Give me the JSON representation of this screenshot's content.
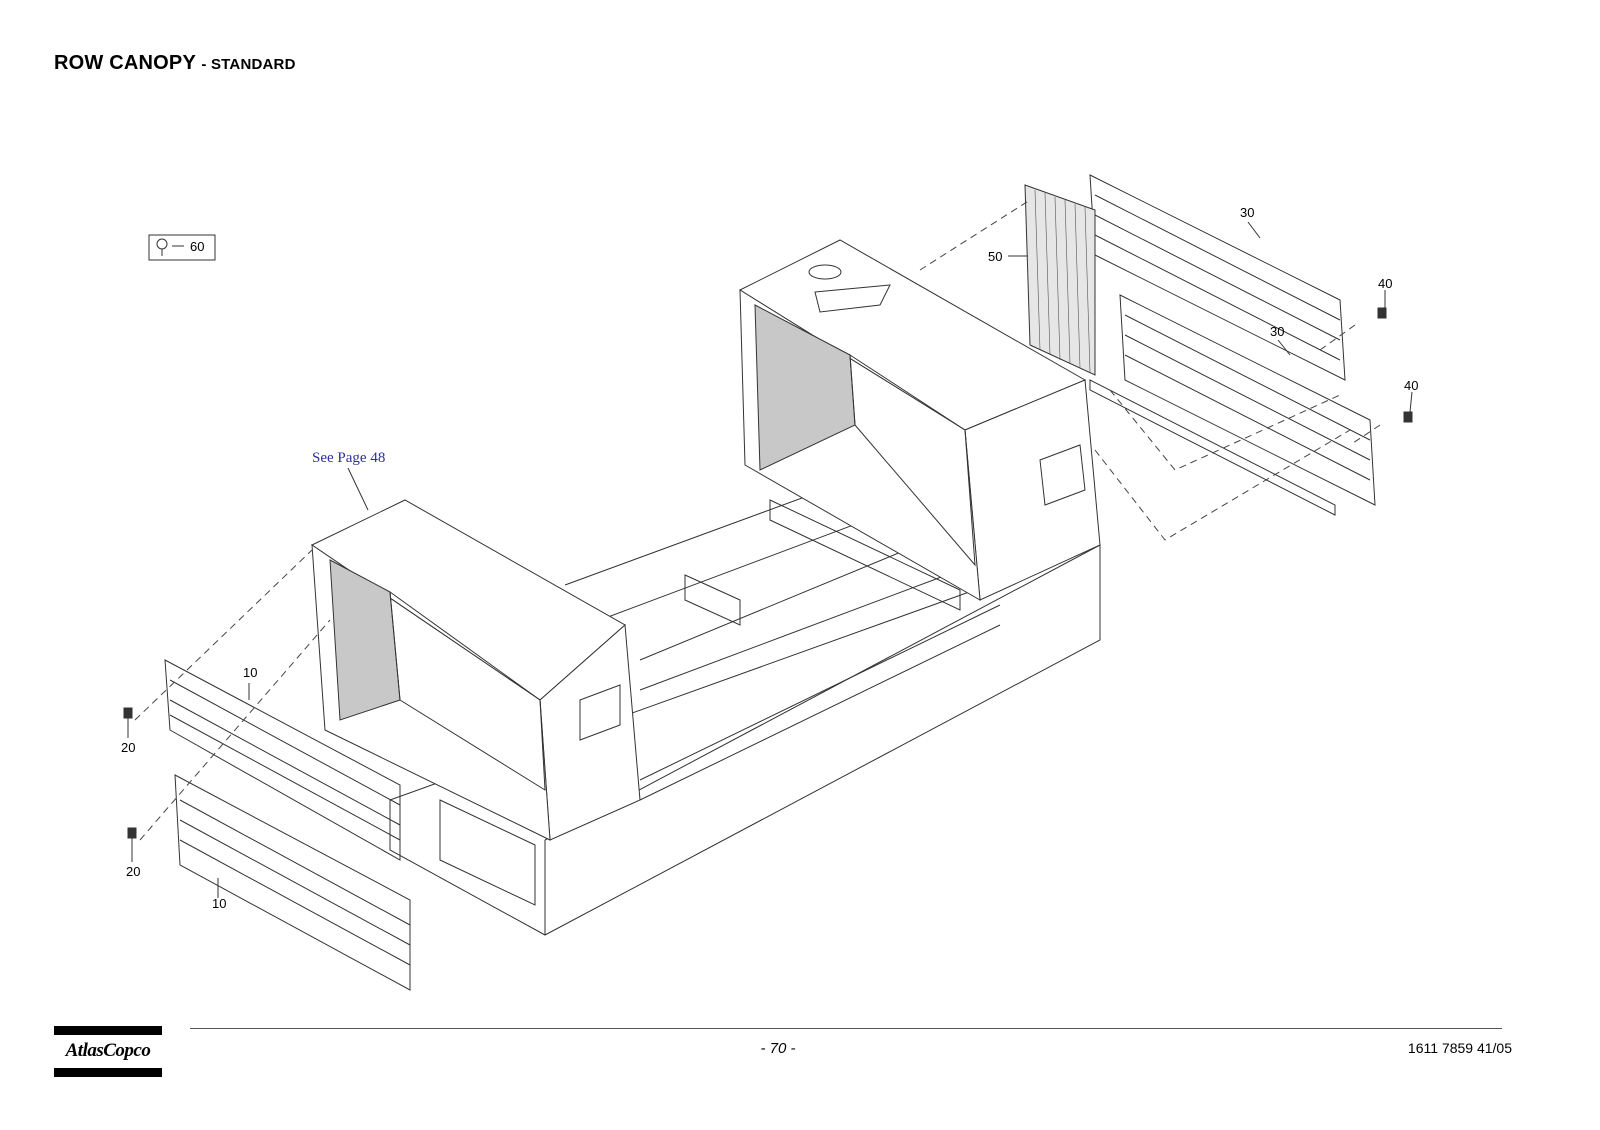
{
  "header": {
    "title": "ROW CANOPY",
    "subtitle": "- STANDARD"
  },
  "drawing": {
    "reference_note": "See Page 48",
    "callouts": {
      "c10a": "10",
      "c10b": "10",
      "c20a": "20",
      "c20b": "20",
      "c30a": "30",
      "c30b": "30",
      "c40a": "40",
      "c40b": "40",
      "c50": "50",
      "c60": "60"
    }
  },
  "footer": {
    "brand": "AtlasCopco",
    "page_number": "- 70 -",
    "document_number": "1611 7859 41/05"
  }
}
